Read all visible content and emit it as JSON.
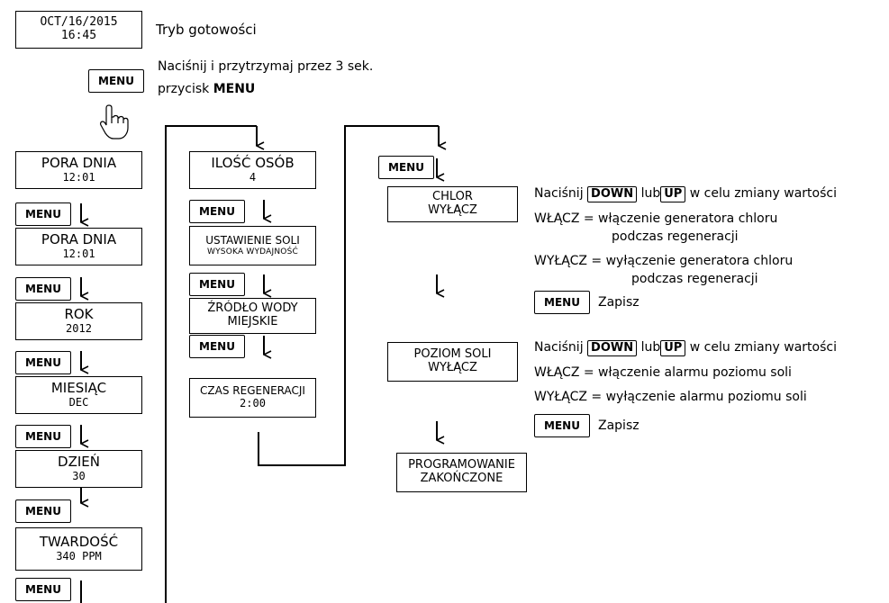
{
  "datetime_box": {
    "date": "OCT/16/2015",
    "time": "16:45"
  },
  "standby_text": "Tryb gotowości",
  "hold_instruction": {
    "line1": "Naciśnij i przytrzymaj przez 3 sek.",
    "line2_prefix": "przycisk ",
    "line2_bold": "MENU"
  },
  "menu_label": "MENU",
  "col1": [
    {
      "title": "PORA DNIA",
      "value": "12:01"
    },
    {
      "title": "PORA DNIA",
      "value": "12:01"
    },
    {
      "title": "ROK",
      "value": "2012"
    },
    {
      "title": "MIESIĄC",
      "value": "DEC"
    },
    {
      "title": "DZIEŃ",
      "value": "30"
    },
    {
      "title": "TWARDOŚĆ",
      "value": "340 PPM"
    }
  ],
  "col2": [
    {
      "title": "ILOŚĆ OSÓB",
      "value": "4"
    },
    {
      "title": "USTAWIENIE SOLI",
      "value": "WYSOKA WYDAJNOŚĆ"
    },
    {
      "title": "ŹRÓDŁO WODY",
      "value": "MIEJSKIE"
    },
    {
      "title": "CZAS REGENERACJI",
      "value": "2:00"
    }
  ],
  "chlor_box": {
    "title": "CHLOR",
    "value": "WYŁĄCZ"
  },
  "salt_box": {
    "title": "POZIOM SOLI",
    "value": "WYŁĄCZ"
  },
  "done_box": {
    "line1": "PROGRAMOWANIE",
    "line2": "ZAKOŃCZONE"
  },
  "chlor_info": {
    "press": "Naciśnij",
    "down": "DOWN",
    "or": "lub",
    "up": "UP",
    "change": "w celu zmiany wartości",
    "on_label": "WŁĄCZ",
    "on_desc1": "= włączenie generatora chloru",
    "on_desc2": "podczas regeneracji",
    "off_label": "WYŁĄCZ",
    "off_desc1": "= wyłączenie generatora chloru",
    "off_desc2": "podczas regeneracji",
    "save": "Zapisz"
  },
  "salt_info": {
    "press": "Naciśnij",
    "down": "DOWN",
    "or": "lub",
    "up": "UP",
    "change": "w celu zmiany wartości",
    "on_label": "WŁĄCZ",
    "on_desc": "= włączenie alarmu poziomu soli",
    "off_label": "WYŁĄCZ",
    "off_desc": "= wyłączenie alarmu poziomu soli",
    "save": "Zapisz"
  }
}
